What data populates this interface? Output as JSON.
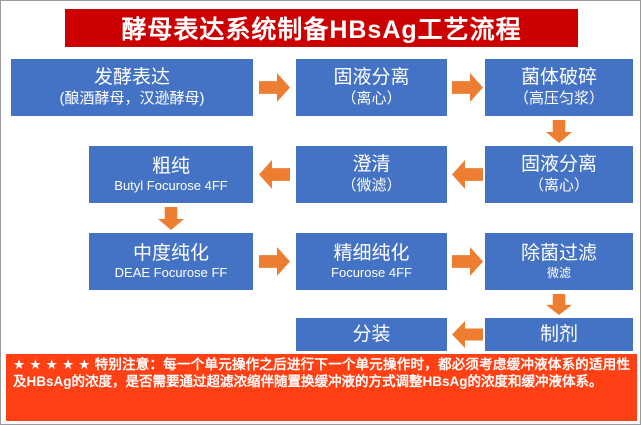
{
  "title": "酵母表达系统制备HBsAg工艺流程",
  "colors": {
    "title_bg": "#cc0000",
    "box_bg": "#4472c4",
    "arrow": "#ed7d31",
    "note_bg": "#ff4014",
    "text": "#ffffff"
  },
  "boxes": {
    "fermentation": {
      "line1": "发酵表达",
      "line2": "(酿酒酵母，汉逊酵母)"
    },
    "solid_liquid_1": {
      "line1": "固液分离",
      "line2": "（离心）"
    },
    "cell_disruption": {
      "line1": "菌体破碎",
      "line2": "（高压匀浆）"
    },
    "solid_liquid_2": {
      "line1": "固液分离",
      "line2": "（离心）"
    },
    "clarification": {
      "line1": "澄清",
      "line2": "（微滤）"
    },
    "crude_purification": {
      "line1": "粗纯",
      "line2": "Butyl Focurose 4FF"
    },
    "intermediate_purification": {
      "line1": "中度纯化",
      "line2": "DEAE Focurose FF"
    },
    "fine_purification": {
      "line1": "精细纯化",
      "line2": "Focurose 4FF"
    },
    "sterile_filtration": {
      "line1": "除菌过滤",
      "line2": "微滤"
    },
    "filling": {
      "line1": "分装"
    },
    "formulation": {
      "line1": "制剂"
    }
  },
  "note": "★ ★ ★ ★ ★ 特别注意：每一个单元操作之后进行下一个单元操作时，都必须考虑缓冲液体系的适用性及HBsAg的浓度，是否需要通过超滤浓缩伴随置换缓冲液的方式调整HBsAg的浓度和缓冲液体系。"
}
